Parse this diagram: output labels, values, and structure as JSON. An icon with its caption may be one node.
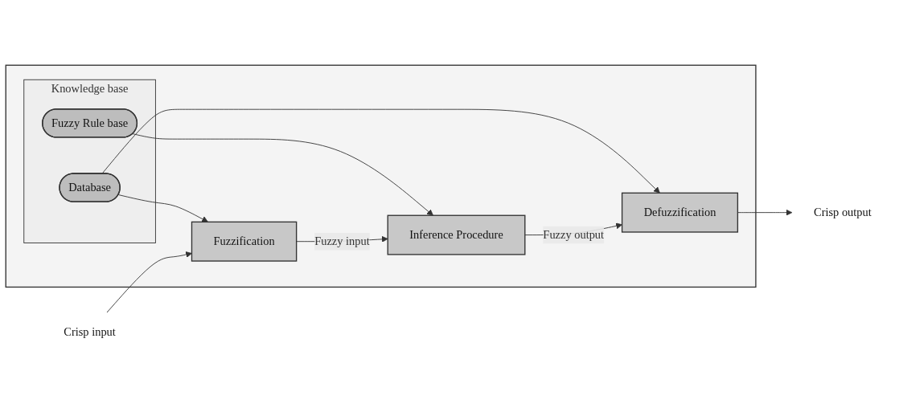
{
  "diagram": {
    "nodes": [
      {
        "text": [],
        "shape": "box"
      },
      {
        "text": [
          "Knowledge base"
        ],
        "in": 0
      },
      {
        "text": [
          "Database"
        ],
        "in": 1
      },
      {
        "text": [
          "Fuzzy Rule base"
        ],
        "in": 1
      },
      {
        "text": [
          "Crisp input"
        ]
      },
      {
        "text": [
          "Fuzzification"
        ],
        "in": 0
      },
      {
        "text": [
          "Inference Procedure"
        ],
        "in": 0
      },
      {
        "text": [
          "Defuzzification"
        ],
        "in": 0
      },
      {
        "text": [
          "Crisp output"
        ]
      }
    ],
    "edges": [
      {
        "from": 2,
        "to": 5,
        "arrow": "to"
      },
      {
        "from": 2,
        "to": 7,
        "arrow": "to"
      },
      {
        "from": 3,
        "to": 6,
        "arrow": "to"
      },
      {
        "from": 4,
        "to": 5,
        "arrow": "to"
      },
      {
        "from": 5,
        "to": 6,
        "arrow": "to",
        "label": "Fuzzy input"
      },
      {
        "from": 6,
        "to": 7,
        "arrow": "to",
        "label": "Fuzzy output"
      },
      {
        "from": 7,
        "to": 8,
        "arrow": "to"
      }
    ]
  }
}
